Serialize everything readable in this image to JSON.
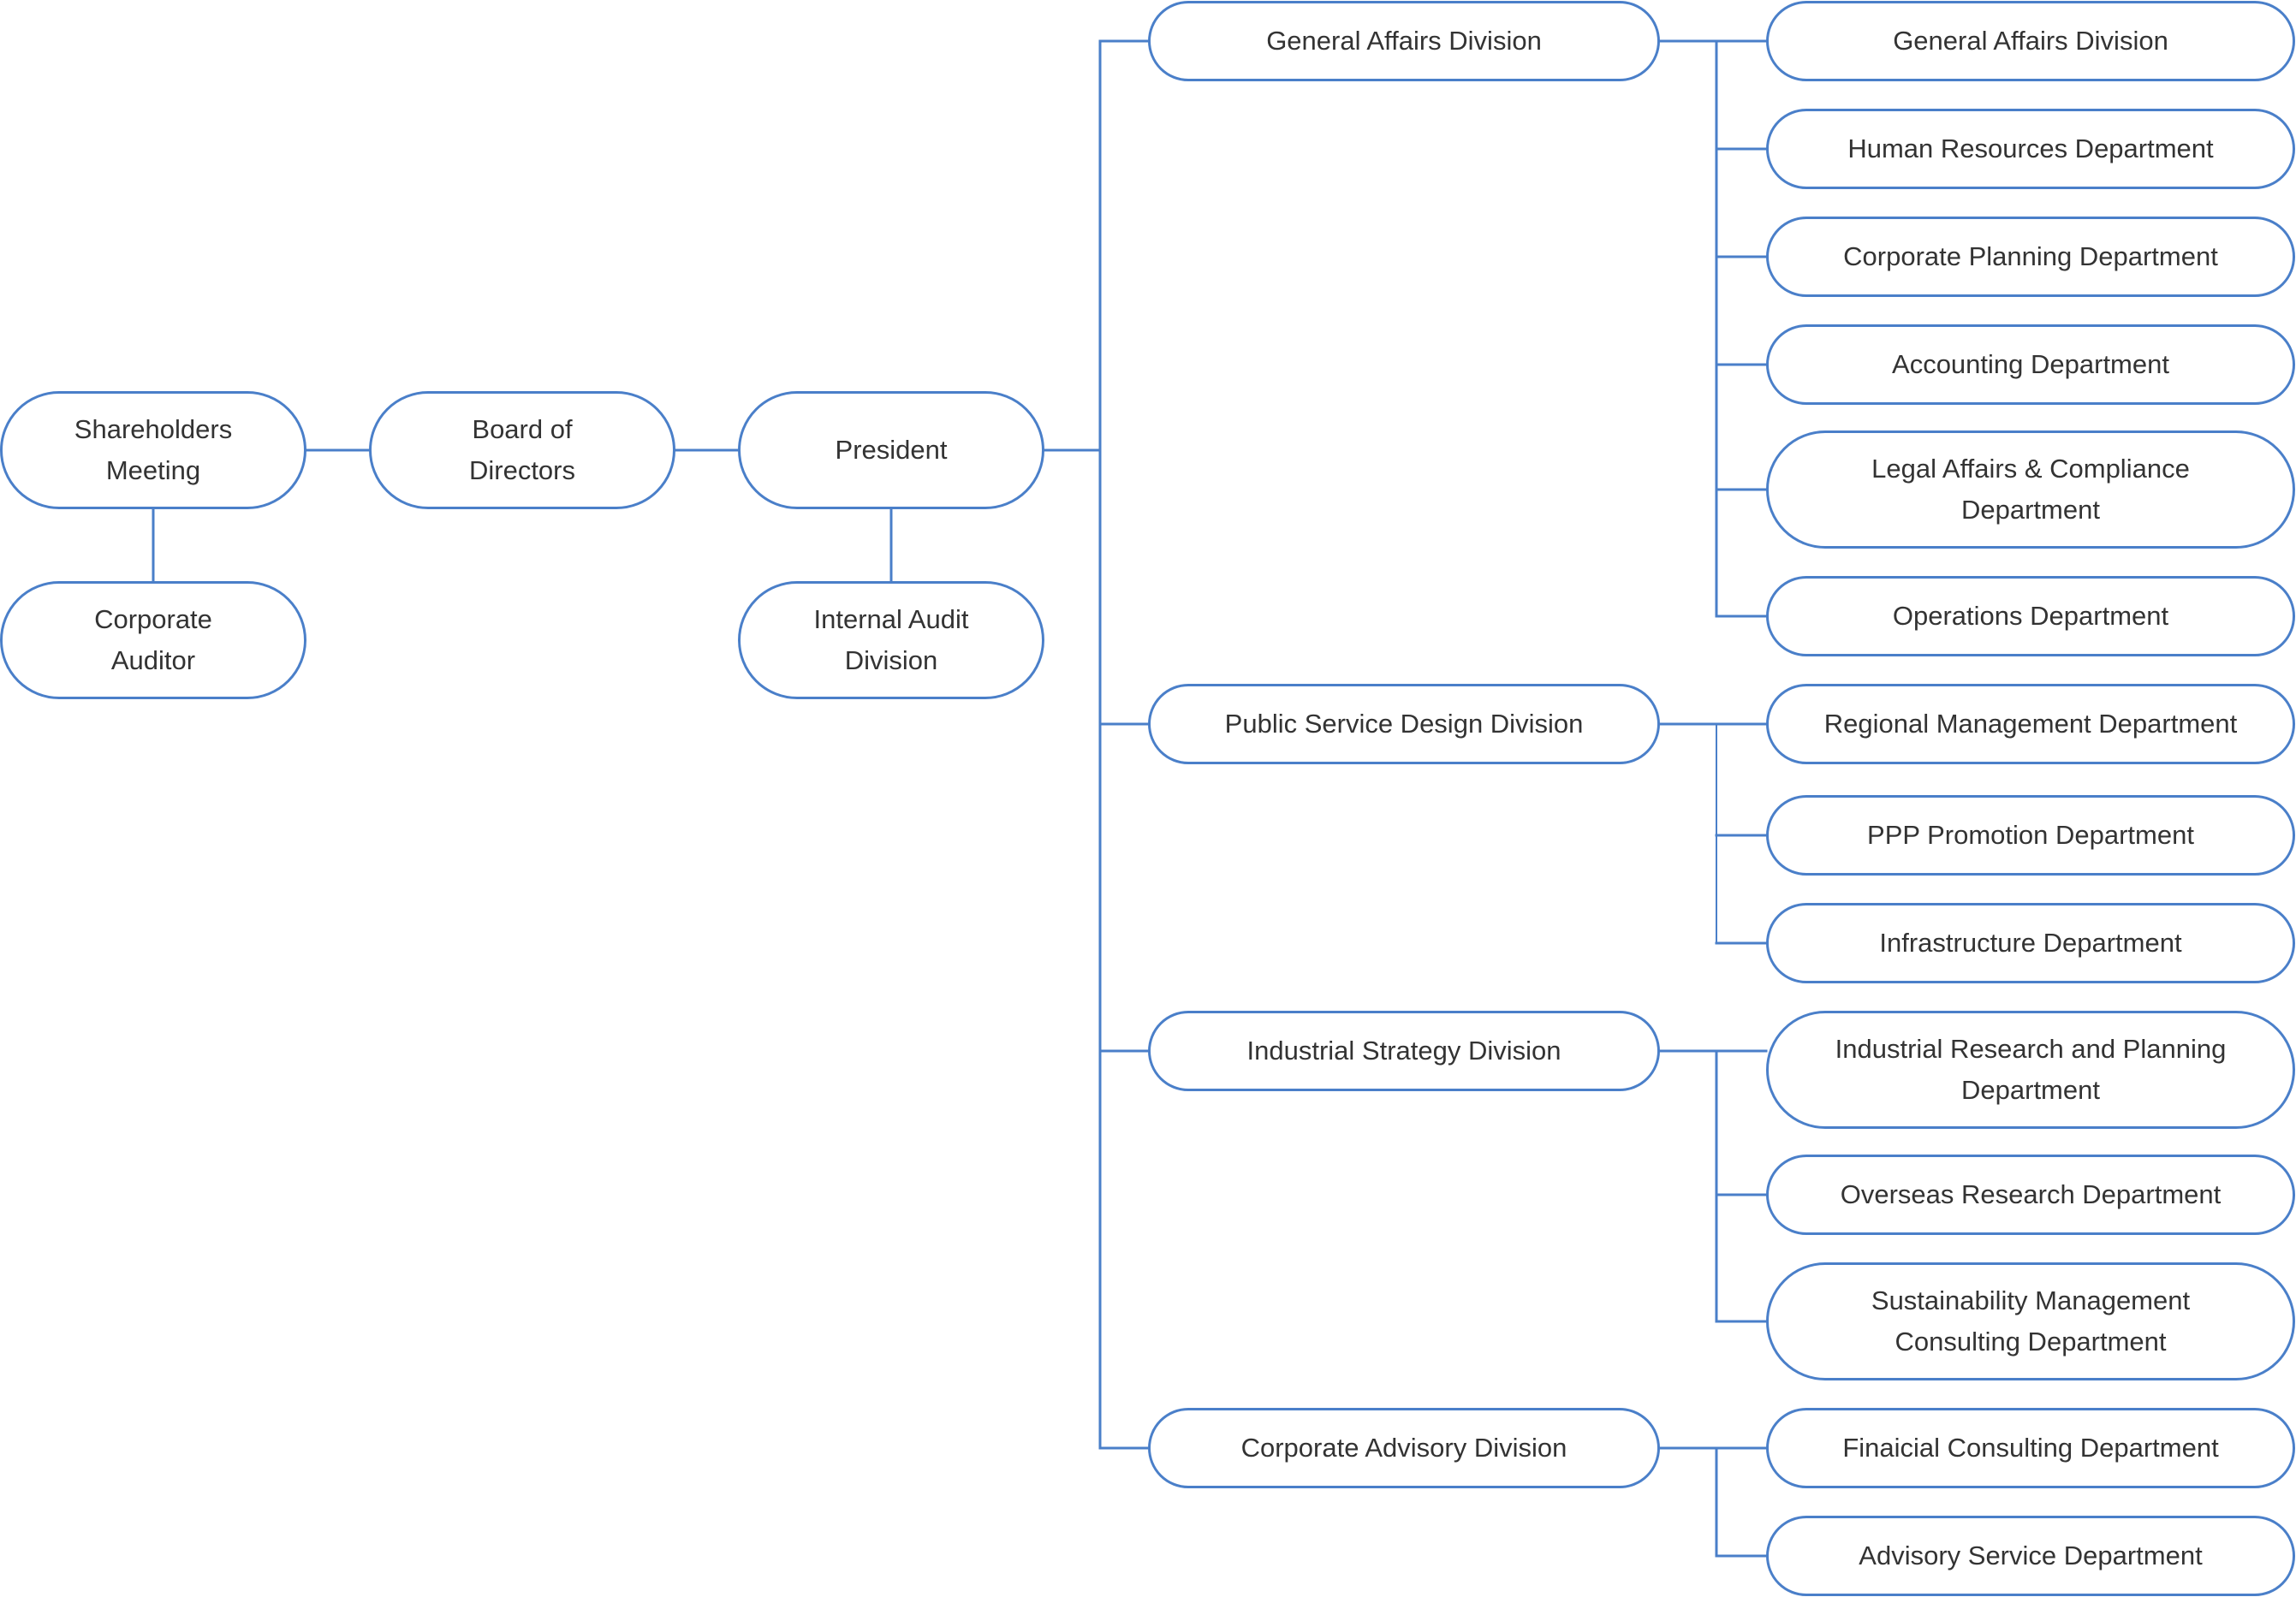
{
  "colors": {
    "line": "#4a7fc9",
    "text": "#333333",
    "background": "#ffffff"
  },
  "top": {
    "shareholders": [
      "Shareholders",
      "Meeting"
    ],
    "board": [
      "Board of",
      "Directors"
    ],
    "president": [
      "President"
    ],
    "auditor": [
      "Corporate",
      "Auditor"
    ],
    "internal_audit": [
      "Internal Audit",
      "Division"
    ]
  },
  "divisions": [
    {
      "name": "General Affairs Division",
      "departments": [
        [
          "General Affairs Division"
        ],
        [
          "Human Resources Department"
        ],
        [
          "Corporate Planning Department"
        ],
        [
          "Accounting Department"
        ],
        [
          "Legal Affairs & Compliance",
          "Department"
        ],
        [
          "Operations Department"
        ]
      ]
    },
    {
      "name": "Public Service Design Division",
      "departments": [
        [
          "Regional Management Department"
        ],
        [
          "PPP Promotion Department"
        ],
        [
          "Infrastructure Department"
        ]
      ]
    },
    {
      "name": "Industrial Strategy Division",
      "departments": [
        [
          "Industrial Research and Planning",
          "Department"
        ],
        [
          "Overseas Research Department"
        ],
        [
          "Sustainability Management",
          "Consulting Department"
        ]
      ]
    },
    {
      "name": "Corporate Advisory Division",
      "departments": [
        [
          "Finaicial Consulting Department"
        ],
        [
          "Advisory Service Department"
        ]
      ]
    }
  ]
}
